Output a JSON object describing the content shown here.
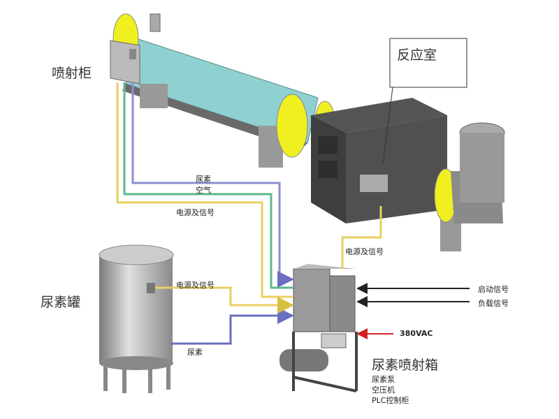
{
  "labels": {
    "injection_cabinet": "喷射柜",
    "reaction_chamber": "反应室",
    "urea_line_top": "尿素",
    "air_line": "空气",
    "power_signal_top": "电源及信号",
    "power_signal_reactor": "电源及信号",
    "power_signal_tank": "电源及信号",
    "urea_tank": "尿素罐",
    "urea_line_tank": "尿素",
    "start_signal": "启动信号",
    "load_signal": "负载信号",
    "power_supply": "380VAC",
    "urea_injection_box": "尿素喷射箱",
    "components": [
      "尿素泵",
      "空压机",
      "PLC控制柜"
    ]
  },
  "colors": {
    "urea_line": "#8a8fd0",
    "air_line": "#5cb88a",
    "power_line": "#e8d060",
    "signal_arrow": "#222222",
    "power_arrow": "#d02020",
    "pipe": "#8fd0d0",
    "flange": "#f0f020"
  }
}
